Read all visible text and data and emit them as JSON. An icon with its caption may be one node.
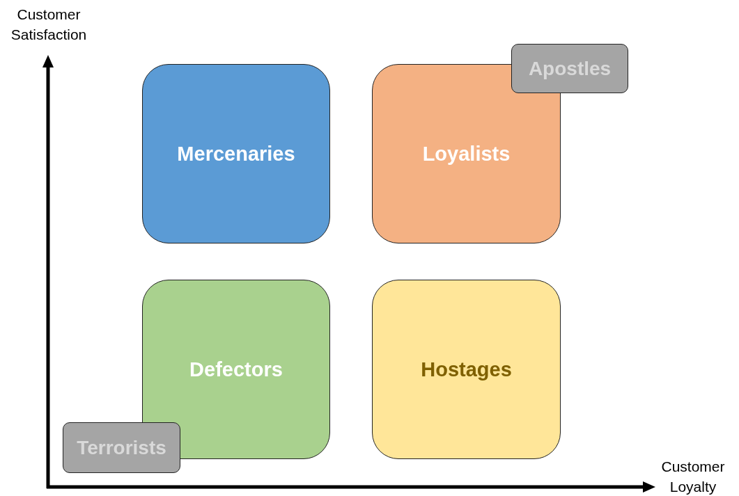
{
  "diagram": {
    "nodes": [
      {
        "text": [
          "Mercenaries"
        ]
      },
      {
        "text": [
          "Loyalists"
        ]
      },
      {
        "text": [
          "Apostles"
        ]
      },
      {
        "text": [
          "Defectors"
        ]
      },
      {
        "text": [
          "Hostages"
        ]
      },
      {
        "text": [
          "Terrorists"
        ]
      }
    ],
    "labels": [
      "Customer Satisfaction",
      "Customer Loyalty"
    ]
  }
}
